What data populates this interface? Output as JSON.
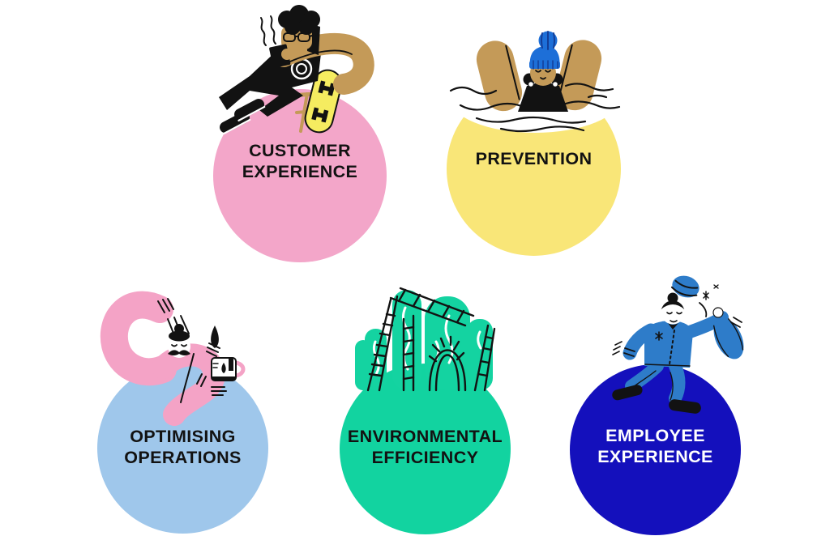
{
  "page": {
    "background": "#FFFFFF",
    "kind": "five-bubble-infographic"
  },
  "bubbles": [
    {
      "id": "customer-experience",
      "label": "CUSTOMER\nEXPERIENCE",
      "color": "#F3A6C9",
      "text_color": "#121212",
      "illustration": "person-with-coffee-camera-chair-skateboard"
    },
    {
      "id": "prevention",
      "label": "PREVENTION",
      "color": "#F9E678",
      "text_color": "#121212",
      "illustration": "swimmer-in-water-wearing-beanie"
    },
    {
      "id": "optimising-operations",
      "label": "OPTIMISING\nOPERATIONS",
      "color": "#9FC7EB",
      "text_color": "#121212",
      "illustration": "reclining-person-pouring-drink"
    },
    {
      "id": "environmental-efficiency",
      "label": "ENVIRONMENTAL\nEFFICIENCY",
      "color": "#12D3A0",
      "text_color": "#121212",
      "illustration": "green-plants-with-trellis-frames"
    },
    {
      "id": "employee-experience",
      "label": "EMPLOYEE\nEXPERIENCE",
      "color": "#1410BC",
      "text_color": "#FFFFFF",
      "illustration": "person-striding-with-hat-flying"
    }
  ],
  "palette": {
    "ink": "#121212",
    "skin_tan": "#C49A58",
    "illustration_pink": "#F4A3C6",
    "skateboard_yellow": "#F5EC60",
    "suit_blue": "#2E7CC9",
    "beanie_blue": "#1D6FD8",
    "beanie_navy": "#133E97",
    "plant_green": "#14D3A1",
    "water_white": "#FFFFFF"
  }
}
